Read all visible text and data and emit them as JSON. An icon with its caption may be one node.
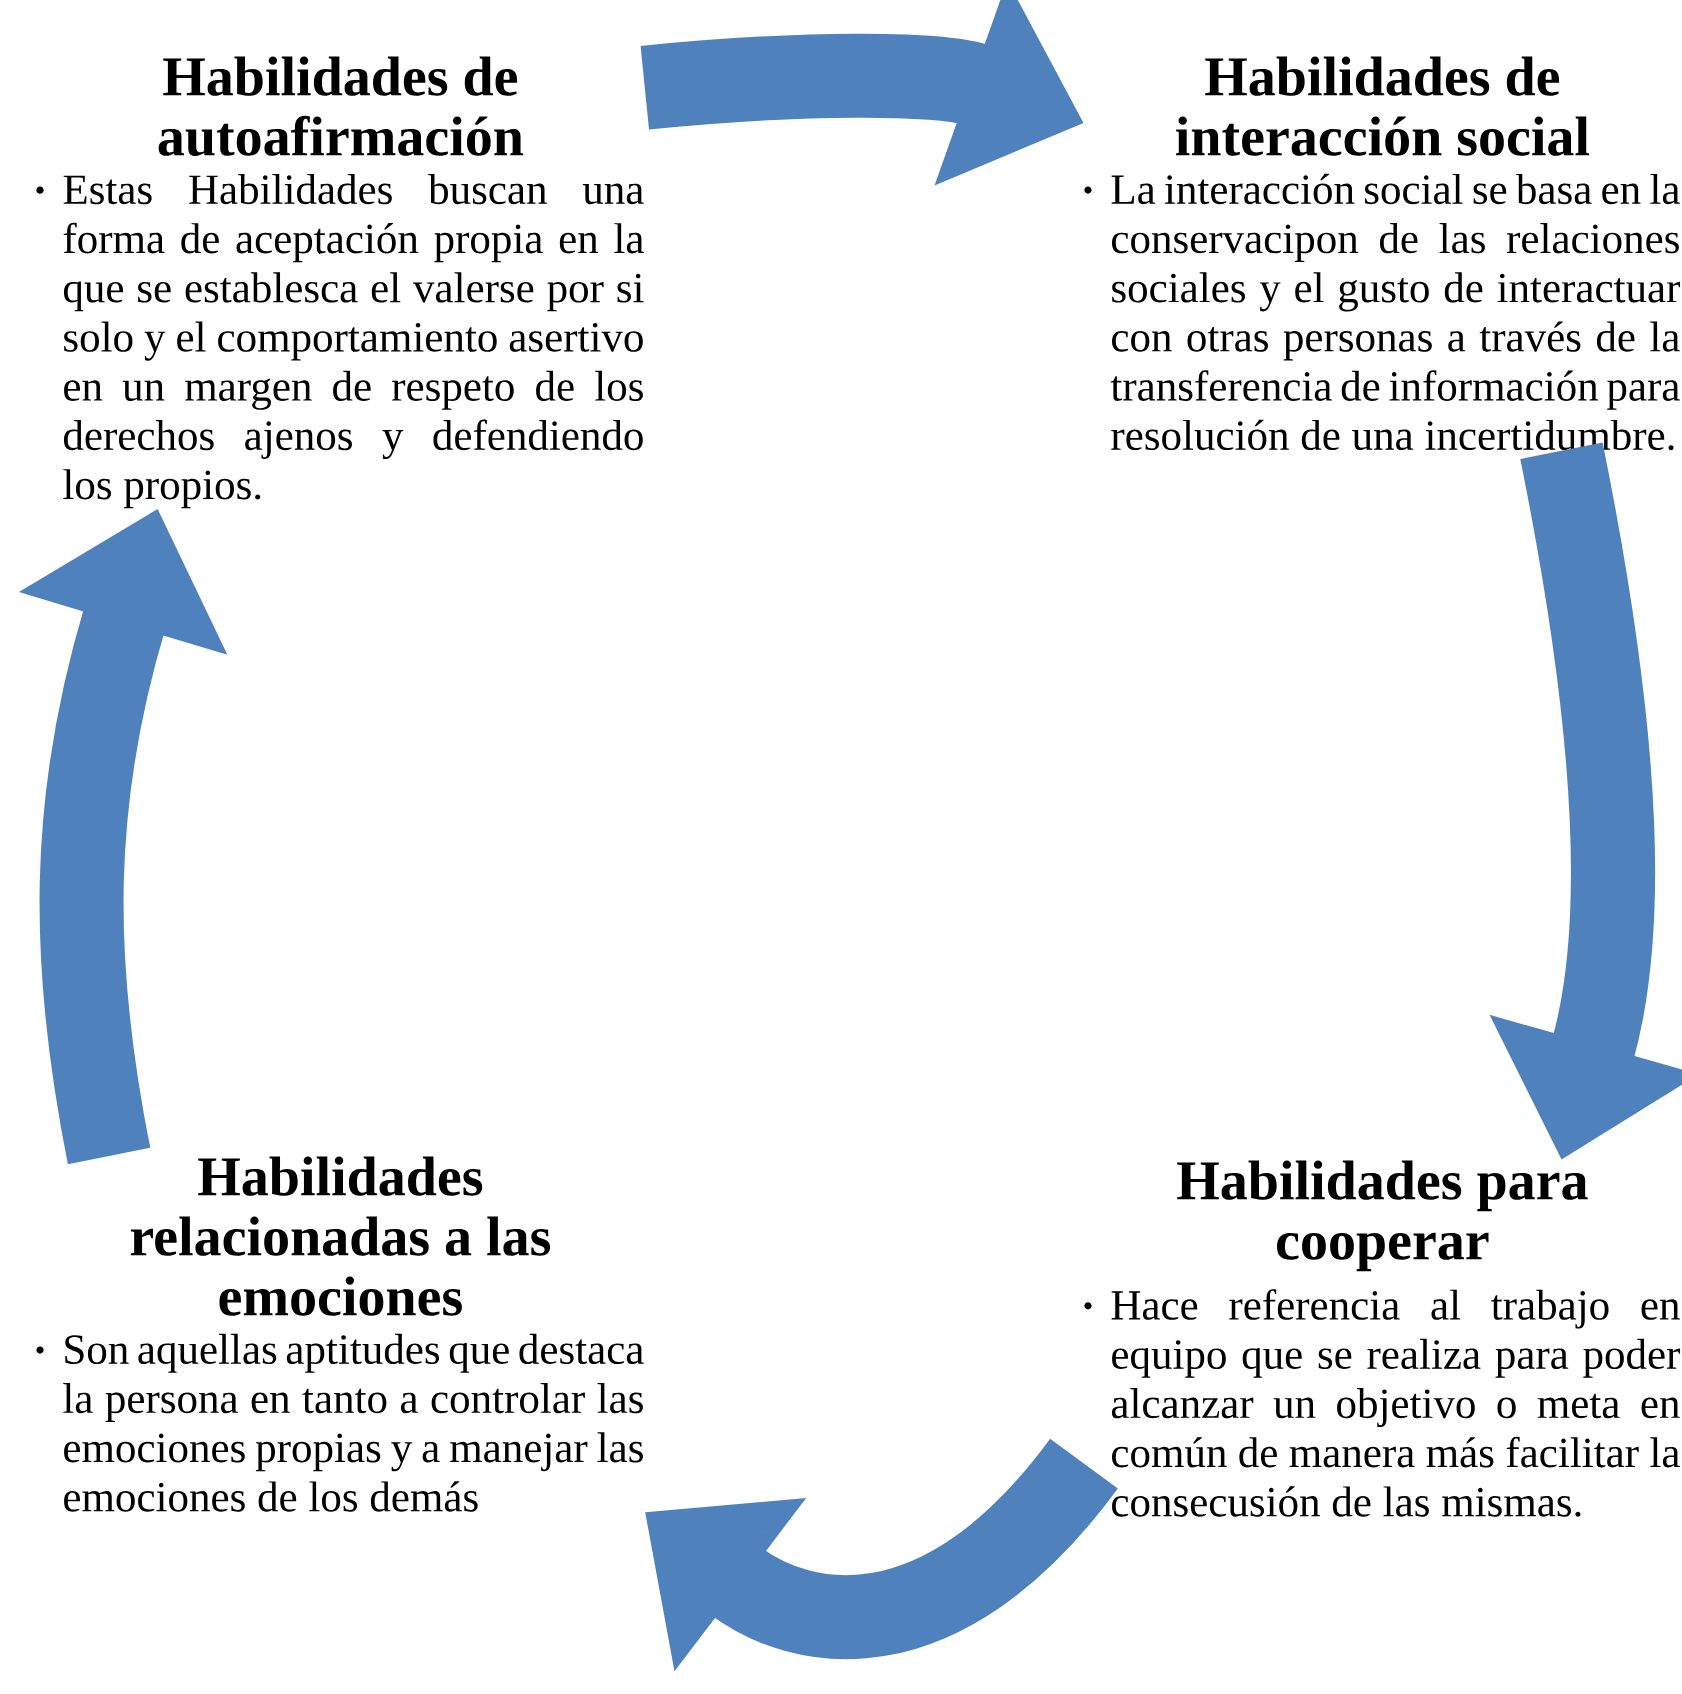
{
  "diagram": {
    "nodes": [
      {
        "text": [
          "Habilidades de autoafirmación",
          "Estas Habilidades buscan una forma de aceptación propia en la que se establesca el valerse por si solo y el comportamiento asertivo en un margen de respeto de los derechos ajenos y defendiendo los propios."
        ]
      },
      {
        "text": [
          "Habilidades de interacción social",
          "La interacción social se basa en la conservacipon de las relaciones sociales y el gusto de interactuar con otras personas a través de la transferencia de información para resolución de una incertidumbre."
        ]
      },
      {
        "text": [
          "Habilidades relacionadas a las emociones",
          "Son aquellas aptitudes que destaca la persona en tanto a controlar las emociones propias y a manejar las emociones de los demás"
        ]
      },
      {
        "text": [
          "Habilidades para cooperar",
          "Hace referencia al trabajo en equipo que se realiza para poder alcanzar un objetivo o meta en común de manera más facilitar la consecusión de las mismas."
        ]
      }
    ],
    "edges": [
      {
        "from": 0,
        "to": 1,
        "arrow": "to"
      },
      {
        "from": 1,
        "to": 3,
        "arrow": "to"
      },
      {
        "from": 3,
        "to": 2,
        "arrow": "to"
      },
      {
        "from": 2,
        "to": 0,
        "arrow": "to"
      }
    ]
  }
}
